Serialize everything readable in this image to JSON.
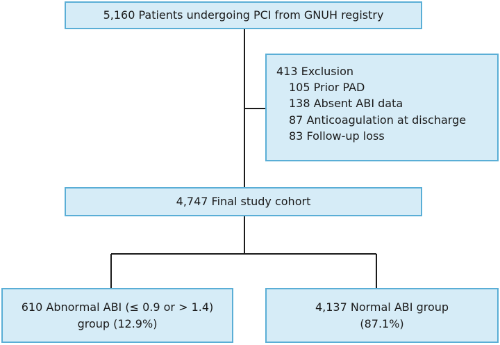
{
  "flowchart": {
    "source": {
      "text": "5,160 Patients undergoing PCI from GNUH registry"
    },
    "exclusion": {
      "title": "413 Exclusion",
      "items": [
        "105 Prior PAD",
        "138 Absent ABI data",
        "87 Anticoagulation at discharge",
        "83 Follow-up loss"
      ]
    },
    "cohort": {
      "text": "4,747 Final study cohort"
    },
    "groups": {
      "abnormal": {
        "line1": "610 Abnormal ABI (≤ 0.9 or > 1.4)",
        "line2": "group (12.9%)"
      },
      "normal": {
        "line1": "4,137 Normal ABI group",
        "line2": "(87.1%)"
      }
    }
  },
  "colors": {
    "box_fill": "#d6ecf7",
    "box_border": "#5aaed6",
    "connector": "#1a1a1a"
  }
}
